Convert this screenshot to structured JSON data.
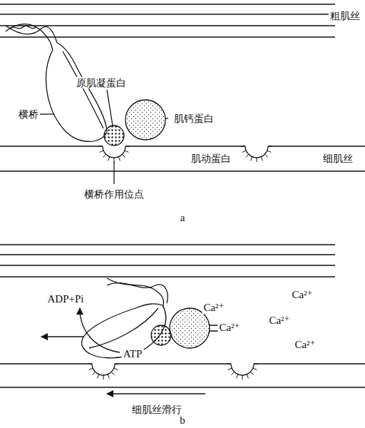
{
  "diagram": {
    "labels": [
      "粗肌丝",
      "横桥",
      "原肌凝蛋白",
      "肌钙蛋白",
      "肌动蛋白",
      "细肌丝",
      "横桥作用位点",
      "a",
      "ADP+Pi",
      "ATP",
      "Ca²⁺",
      "Ca²⁺",
      "Ca²⁺",
      "Ca²⁺",
      "Ca²⁺",
      "细肌丝滑行",
      "b"
    ]
  }
}
